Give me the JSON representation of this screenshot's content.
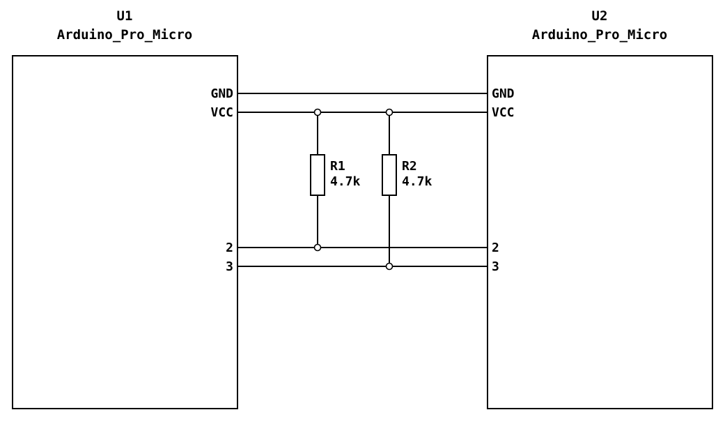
{
  "schematic": {
    "u1": {
      "ref": "U1",
      "value": "Arduino_Pro_Micro",
      "pins": [
        "GND",
        "VCC",
        "2",
        "3"
      ]
    },
    "u2": {
      "ref": "U2",
      "value": "Arduino_Pro_Micro",
      "pins": [
        "GND",
        "VCC",
        "2",
        "3"
      ]
    },
    "r1": {
      "ref": "R1",
      "value": "4.7k"
    },
    "r2": {
      "ref": "R2",
      "value": "4.7k"
    },
    "colors": {
      "line": "#000000",
      "background": "#ffffff"
    }
  }
}
